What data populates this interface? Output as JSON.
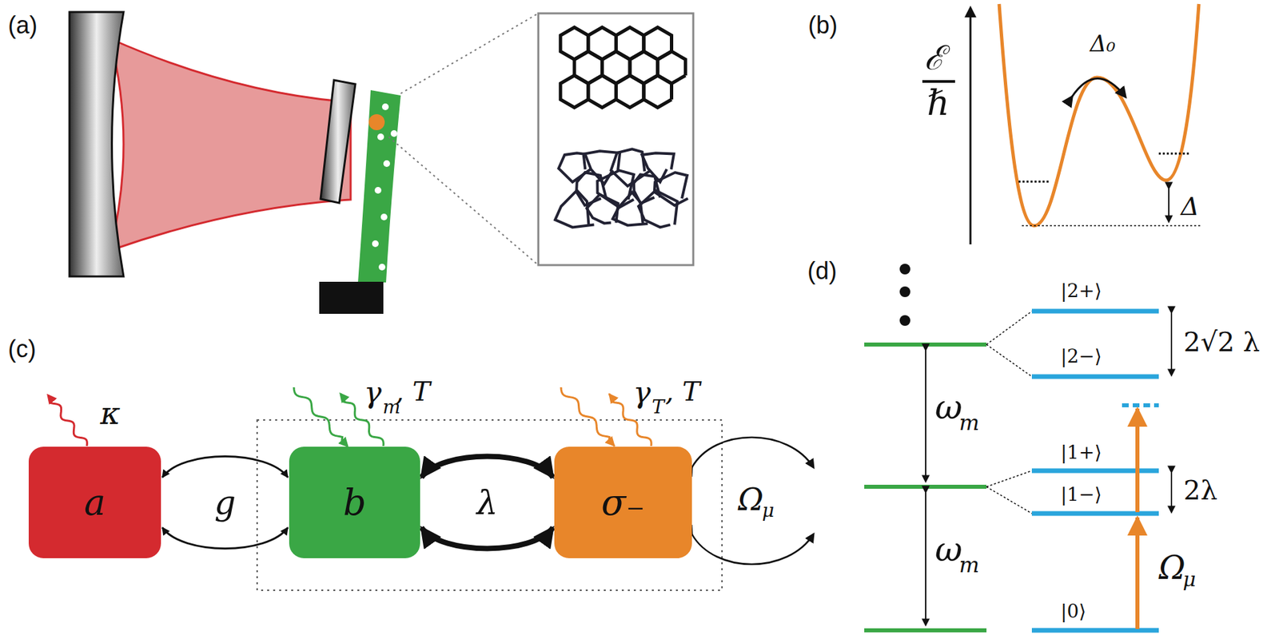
{
  "diagram": {
    "nodes": [
      {
        "text": [
          "a"
        ]
      },
      {
        "text": [
          "b"
        ]
      },
      {
        "text": [
          "σ₋"
        ]
      }
    ],
    "edges": [
      {
        "from": 0,
        "to": 1,
        "arrow": "both",
        "label": "g"
      },
      {
        "from": 1,
        "to": 2,
        "arrow": "both",
        "label": "λ"
      }
    ],
    "labels": [
      "(a)",
      "(b)",
      "ℰ",
      "ℏ",
      "Δ₀",
      "Δ",
      "(c)",
      "κ",
      "γ",
      "m",
      ", T",
      "γ",
      "T",
      ", T",
      "Ω",
      "μ",
      "(d)",
      "|2+⟩",
      "|2−⟩",
      "2√2 λ",
      "ω",
      "m",
      "ω",
      "m",
      "|1+⟩",
      "|1−⟩",
      "2λ",
      "|0⟩",
      "Ω",
      "μ"
    ]
  }
}
